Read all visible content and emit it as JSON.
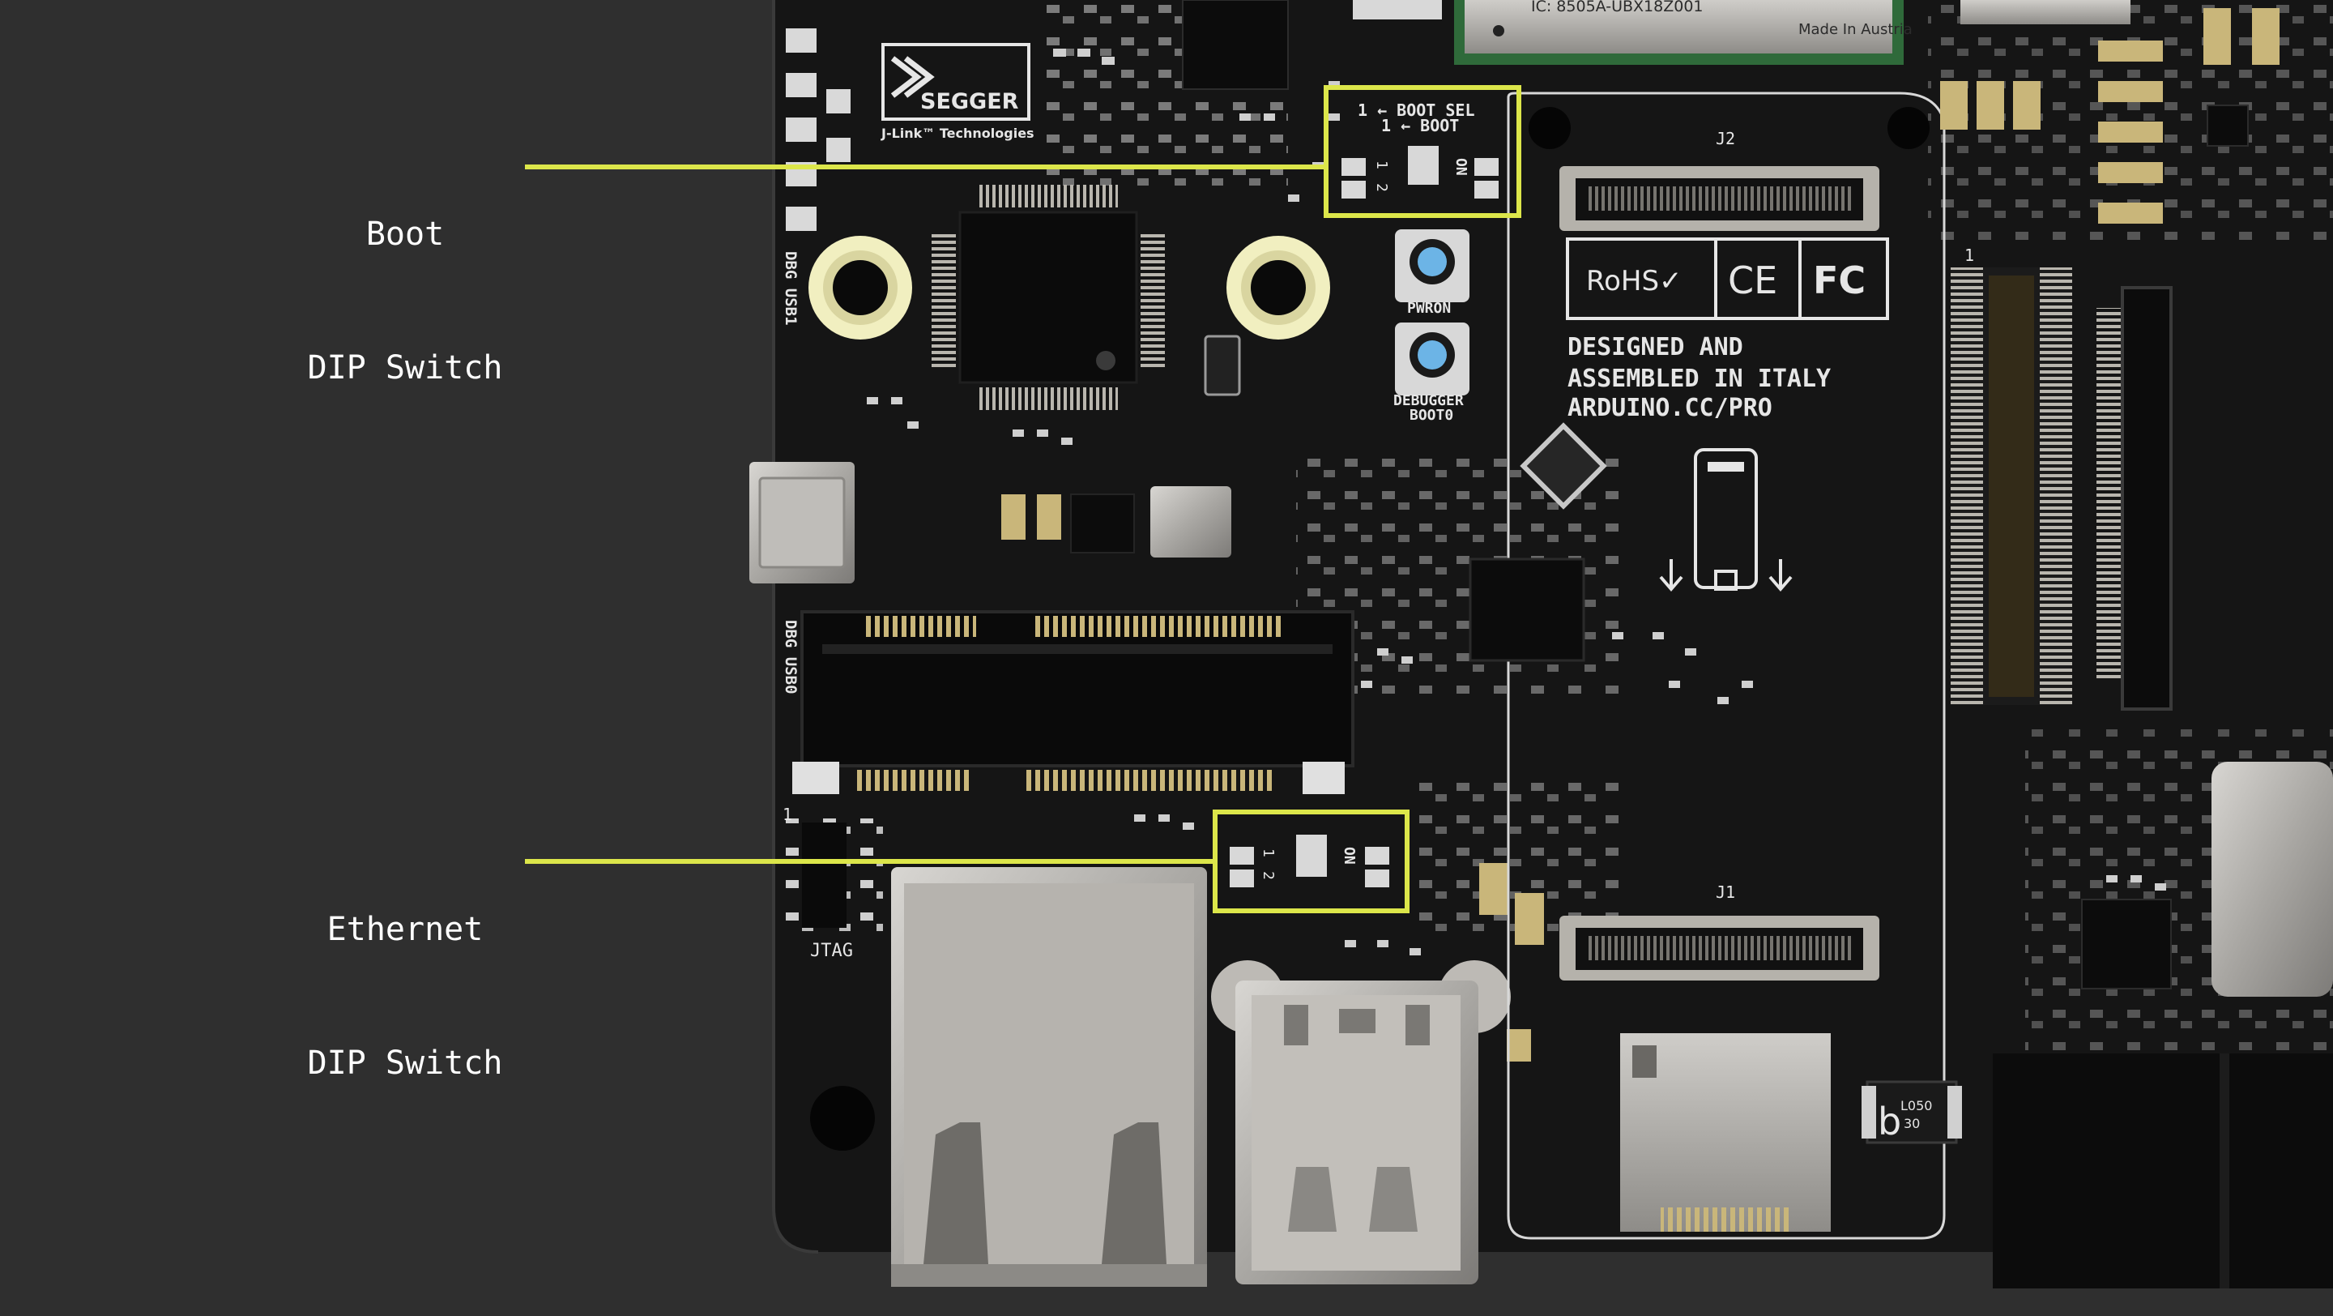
{
  "callouts": {
    "boot_dip": {
      "line1": "Boot",
      "line2": "DIP Switch"
    },
    "ethernet_dip": {
      "line1": "Ethernet",
      "line2": "DIP Switch"
    },
    "highlight_color": "#dce64a"
  },
  "board_text": {
    "ic_marking": "IC: 8505A-UBX18Z001",
    "made_in": "Made In Austria",
    "segger": "SEGGER",
    "jlink": "J-Link™ Technologies",
    "boot_sel_line1": "1 ← BOOT SEL",
    "boot_sel_line2": "1 ← BOOT",
    "dip_1": "1",
    "dip_2": "2",
    "dip_on": "ON",
    "j2": "J2",
    "j1": "J1",
    "pin1": "1",
    "rohs": "RoHS✓",
    "ce": "CE",
    "fc": "FC",
    "designed_line1": "DESIGNED AND",
    "designed_line2": "ASSEMBLED IN ITALY",
    "designed_line3": "ARDUINO.CC/PRO",
    "pwron": "PWRON",
    "debugger_line1": "DEBUGGER",
    "debugger_line2": "BOOT0",
    "dbg_usb1": "DBG USB1",
    "dbg_usb0": "DBG USB0",
    "jtag_pin": "1",
    "jtag": "JTAG",
    "inductor_b": "b",
    "inductor_code1": "L050",
    "inductor_code2": "30"
  }
}
